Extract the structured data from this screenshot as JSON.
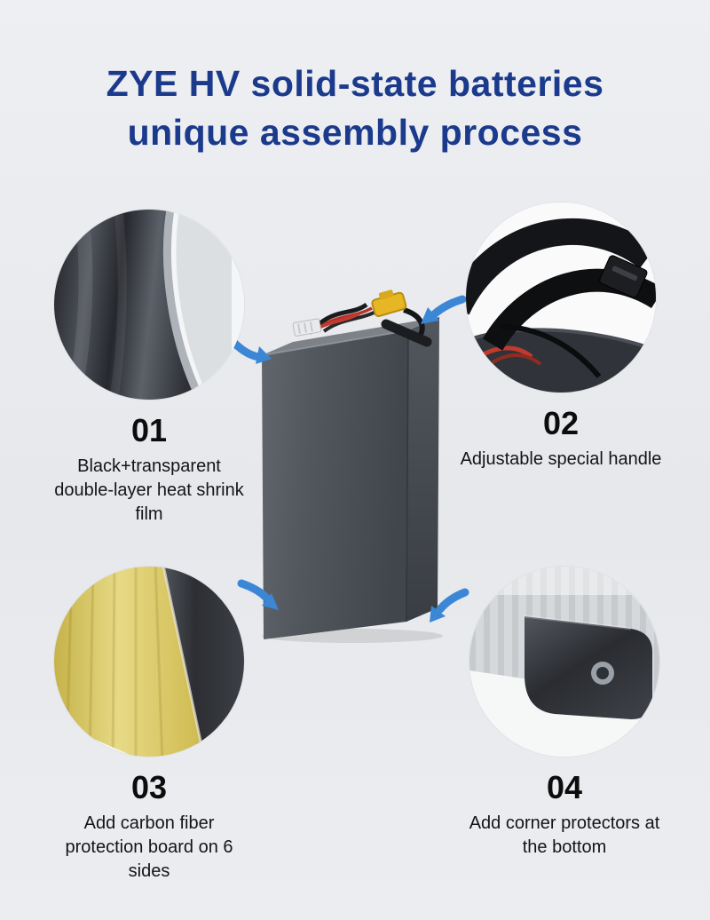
{
  "page": {
    "background_color": "#e9ebee",
    "title_color": "#1b3a8c",
    "arrow_color": "#3b87d6",
    "battery_body_color": "#4b4f56",
    "connector_color": "#e6b624"
  },
  "title": {
    "line1": "ZYE HV solid-state batteries",
    "line2": "unique assembly process"
  },
  "steps": [
    {
      "number": "01",
      "label": "Black+transparent double-layer heat shrink film",
      "photo": "black heat shrink film close-up"
    },
    {
      "number": "02",
      "label": "Adjustable special handle",
      "photo": "black adjustable strap handle on battery"
    },
    {
      "number": "03",
      "label": "Add carbon fiber protection board on 6 sides",
      "photo": "yellow carbon fiber protection board edge"
    },
    {
      "number": "04",
      "label": "Add corner protectors at the bottom",
      "photo": "dark corner protector on battery bottom"
    }
  ],
  "center": {
    "illustration": "gray battery pack with wires and yellow connector"
  }
}
